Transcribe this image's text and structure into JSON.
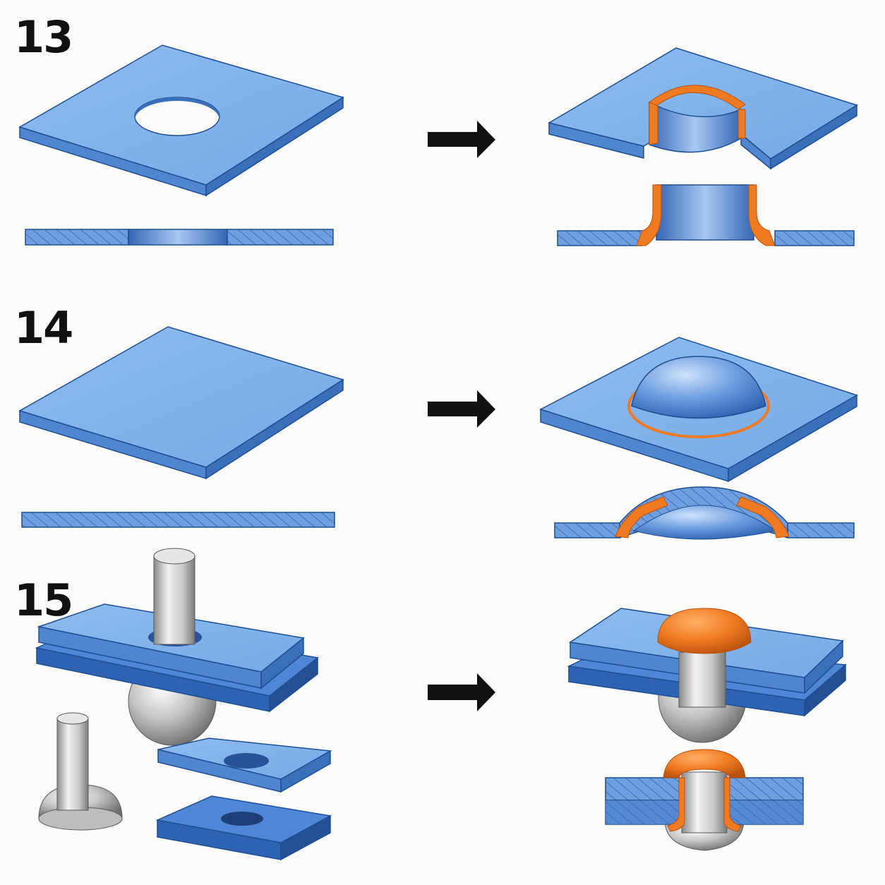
{
  "steps": [
    {
      "number": "13",
      "process": "hole flanging"
    },
    {
      "number": "14",
      "process": "embossing"
    },
    {
      "number": "15",
      "process": "riveting"
    }
  ],
  "colors": {
    "background": "#fbfbf9",
    "sheet_top": "#82b4ea",
    "sheet_front": "#4f86cf",
    "sheet_side": "#3a6fba",
    "sheet_dark_top": "#4f86d6",
    "sheet_dark_front": "#2e63b3",
    "edge": "#1f4f93",
    "hatch": "#2b5aa0",
    "highlight_orange": "#f07a22",
    "steel_light": "#f3f3f3",
    "steel_dark": "#8a8a8a",
    "arrow": "#111111"
  },
  "icons": [
    "arrow-right-icon"
  ]
}
